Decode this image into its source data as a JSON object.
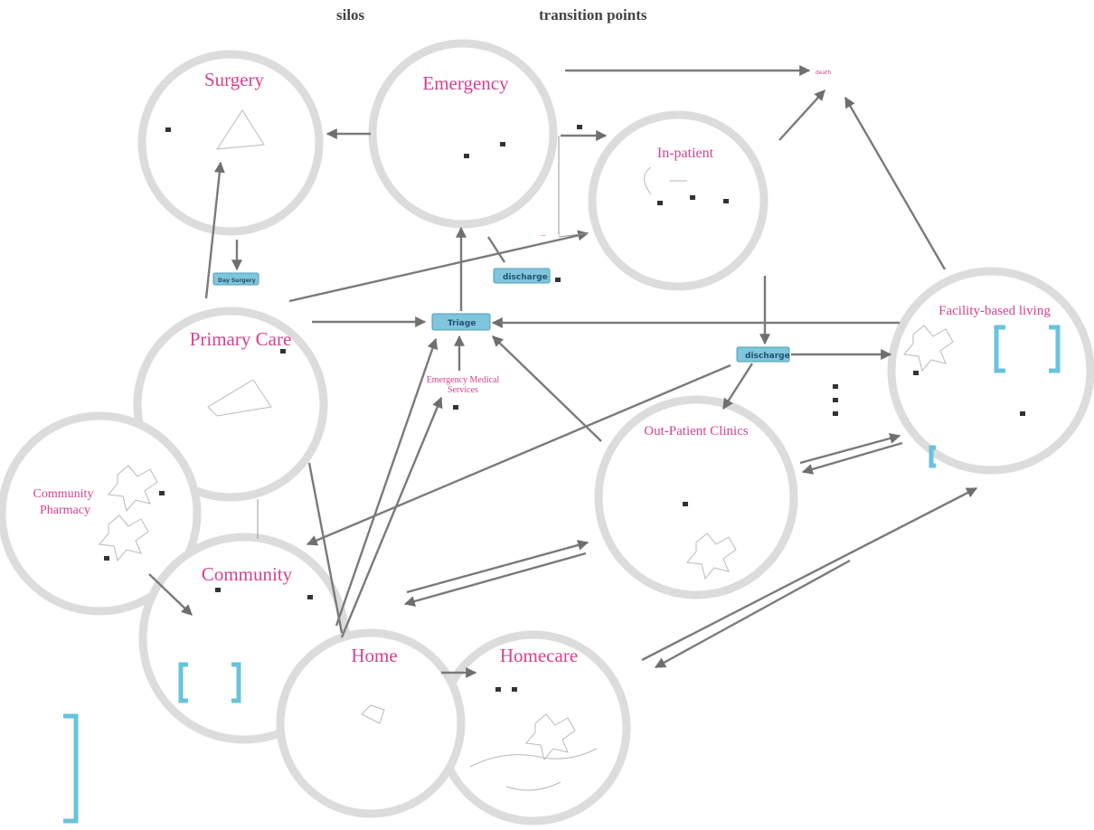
{
  "header": {
    "silos": "silos",
    "transition_points": "transition points"
  },
  "nodes": {
    "surgery": "Surgery",
    "emergency": "Emergency",
    "inpatient": "In-patient",
    "primary_care": "Primary Care",
    "facility_living": "Facility-based living",
    "community_pharmacy_1": "Community",
    "community_pharmacy_2": "Pharmacy",
    "community": "Community",
    "outpatient": "Out-Patient Clinics",
    "home": "Home",
    "homecare": "Homecare",
    "ems_1": "Emergency Medical",
    "ems_2": "Services"
  },
  "tags": {
    "triage": "Triage",
    "discharge_top": "discharge",
    "discharge_right": "discharge",
    "day_surgery": "Day Surgery"
  },
  "colors": {
    "title_pink": "#d6418f",
    "tag_blue": "#7fc5dc",
    "arrow_gray": "#7a7a7a",
    "circle_stroke": "#dcdcdc",
    "bracket_blue": "#68c3dd"
  }
}
